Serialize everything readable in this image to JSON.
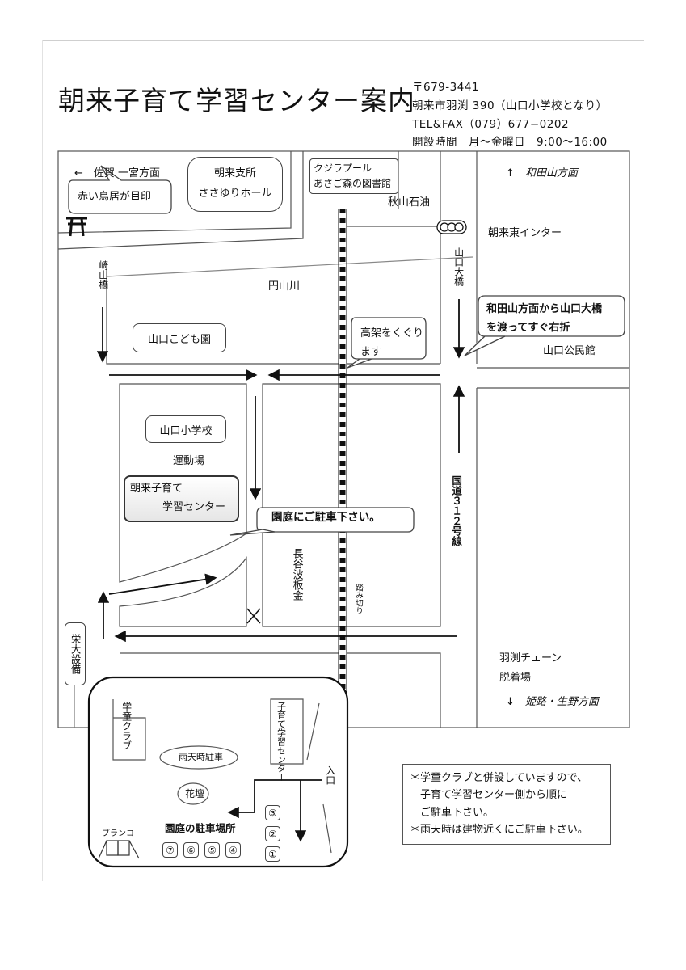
{
  "header": {
    "title": "朝来子育て学習センター案内",
    "postal": "〒679-3441",
    "address": "朝来市羽渕 390（山口小学校となり）",
    "tel": "TEL&FAX（079）677−0202",
    "hours": "開設時間　月〜金曜日　9:00〜16:00"
  },
  "map": {
    "direction_saga": "←　佐賀 一宮方面",
    "torii_callout": "赤い鳥居が目印",
    "branch_office_line1": "朝来支所",
    "branch_office_line2": "ささゆりホール",
    "pool_line1": "クジラプール",
    "pool_line2": "あさご森の図書館",
    "akiyama_oil": "秋山石油",
    "direction_wadayama": "↑　和田山方面",
    "asago_east_ic": "朝来東インター",
    "sakiyama_bridge": "崎山橋",
    "enzan_river": "円山川",
    "yamaguchi_bridge": "山口大橋",
    "yamaguchi_nursery": "山口こども園",
    "viaduct_callout_line1": "高架をくぐり",
    "viaduct_callout_line2": "ます",
    "wadayama_callout_line1": "和田山方面から山口大橋",
    "wadayama_callout_line2": "を渡ってすぐ右折",
    "yamaguchi_hall": "山口公民館",
    "yamaguchi_school": "山口小学校",
    "playground": "運動場",
    "center_line1": "朝来子育て",
    "center_line2": "学習センター",
    "parking_callout": "園庭にご駐車下さい。",
    "route312": "国道３１２号線",
    "hasegawa_metal": "長谷波板金",
    "crossing": "踏み切り",
    "eidai_equipment": "栄大設備",
    "habuchi_chain": "羽渕チェーン",
    "changing_room": "脱着場",
    "direction_himeji": "↓　姫路・生野方面"
  },
  "inset": {
    "gakudo_club": "学童クラブ",
    "center_vertical": "子育て学習センター",
    "rain_parking": "雨天時駐車",
    "flower_bed": "花壇",
    "entrance": "入口",
    "swing": "ブランコ",
    "parking_title": "園庭の駐車場所",
    "spots": [
      "①",
      "②",
      "③",
      "④",
      "⑤",
      "⑥",
      "⑦"
    ]
  },
  "notes": {
    "line1": "＊学童クラブと併設していますので、",
    "line2": "子育て学習センター側から順に",
    "line3": "ご駐車下さい。",
    "line4": "＊雨天時は建物近くにご駐車下さい。"
  }
}
